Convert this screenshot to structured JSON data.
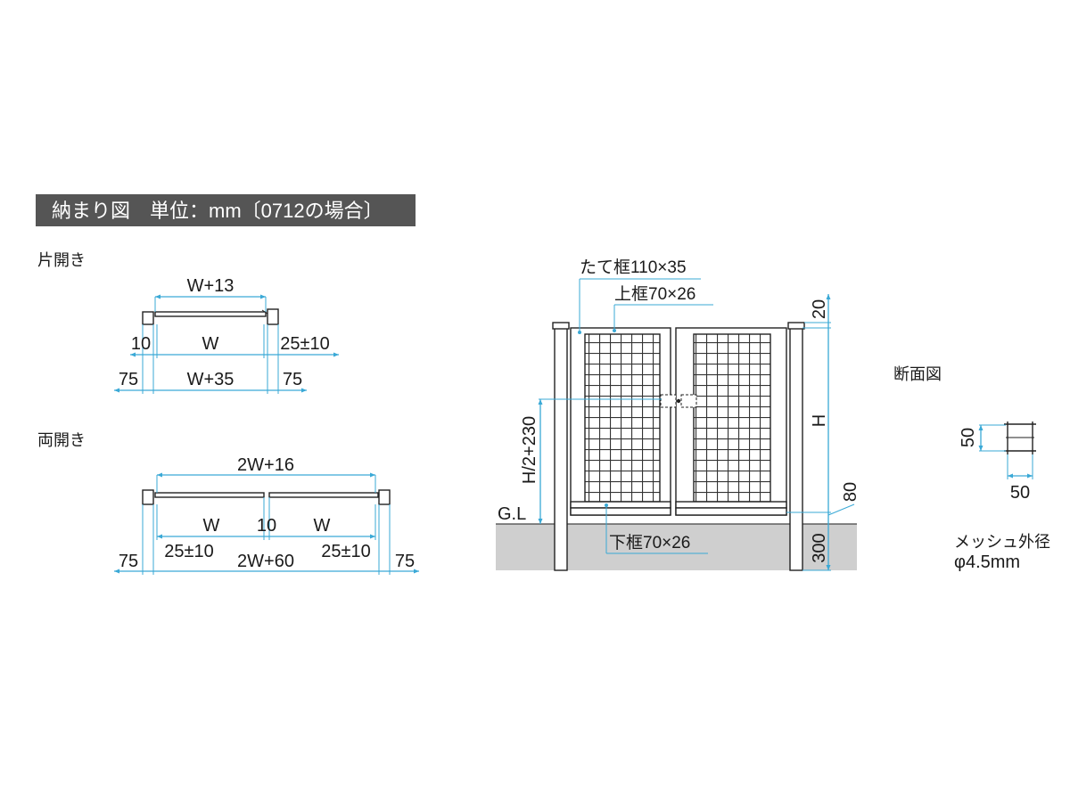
{
  "header": {
    "title": "納まり図　単位：mm〔0712の場合〕"
  },
  "single": {
    "heading": "片開き",
    "top": "W+13",
    "left_gap": "10",
    "mid": "W",
    "right_gap": "25±10",
    "post_left": "75",
    "bottom": "W+35",
    "post_right": "75"
  },
  "double": {
    "heading": "両開き",
    "top": "2W+16",
    "left_leaf": "W",
    "center_gap": "10",
    "right_leaf": "W",
    "post_left": "75",
    "left_clear": "25±10",
    "bottom": "2W+60",
    "right_clear": "25±10",
    "post_right": "75"
  },
  "elevation": {
    "stile": "たて框110×35",
    "top_rail": "上框70×26",
    "bottom_rail": "下框70×26",
    "latch_height": "H/2+230",
    "ground": "G.L",
    "top_offset": "20",
    "height": "H",
    "bottom_offset": "80",
    "embed": "300"
  },
  "section": {
    "heading": "断面図",
    "height": "50",
    "width": "50",
    "mesh_label": "メッシュ外径",
    "mesh_value": "φ4.5mm"
  }
}
